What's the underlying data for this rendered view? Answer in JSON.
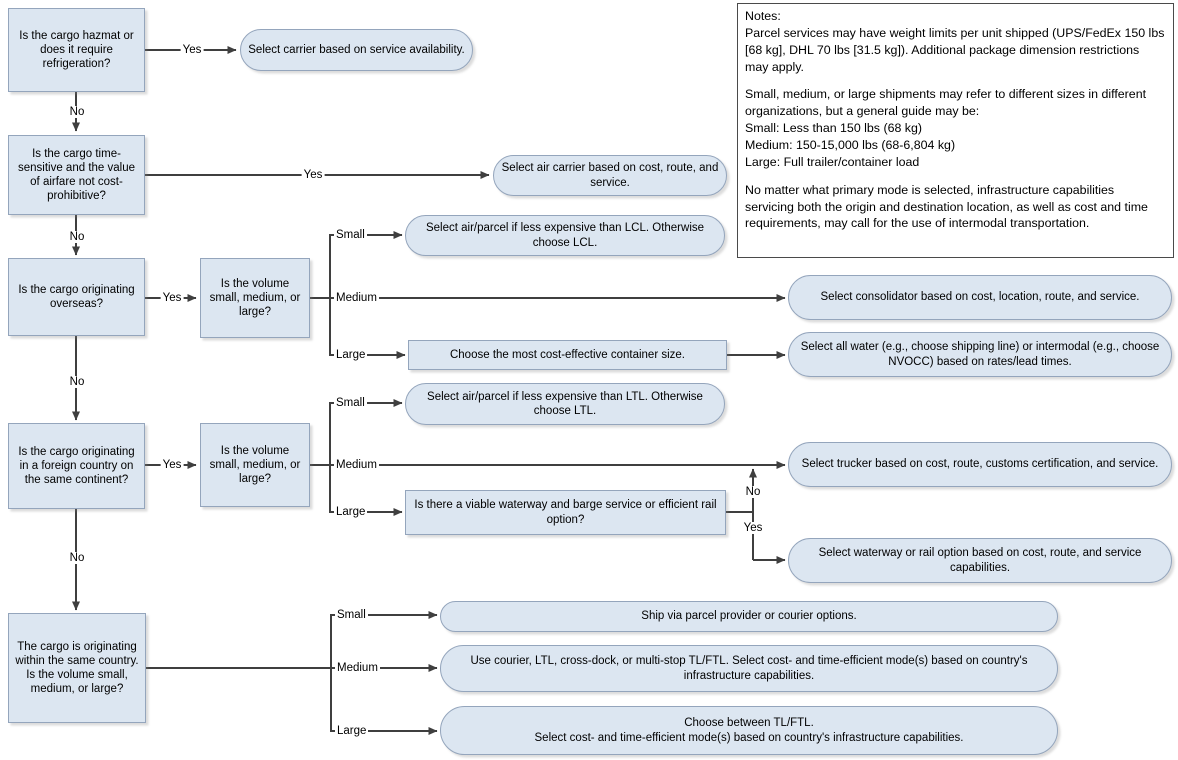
{
  "diagram_type": "flowchart",
  "labels": {
    "yes": "Yes",
    "no": "No",
    "small": "Small",
    "medium": "Medium",
    "large": "Large"
  },
  "nodes": {
    "q_hazmat": "Is the cargo hazmat or does it require refrigeration?",
    "t_service_availability": "Select carrier based on service availability.",
    "q_time_sensitive": "Is the cargo time-sensitive and the value of airfare not cost-prohibitive?",
    "t_air_carrier": "Select air carrier based on cost, route, and service.",
    "q_overseas": "Is the cargo originating overseas?",
    "q_volume_overseas": "Is the volume small, medium, or large?",
    "t_lcl": "Select air/parcel if less expensive than LCL. Otherwise choose LCL.",
    "t_consolidator": "Select consolidator based on cost, location, route, and service.",
    "p_container_size": "Choose the most cost-effective container size.",
    "t_all_water": "Select all water (e.g., choose shipping line) or intermodal (e.g., choose NVOCC) based on rates/lead times.",
    "q_foreign_continent": "Is the cargo originating in a foreign country on the same continent?",
    "q_volume_foreign": "Is the volume small, medium, or large?",
    "t_ltl": "Select air/parcel if less expensive than LTL. Otherwise choose LTL.",
    "t_trucker": "Select trucker based on cost, route, customs certification, and service.",
    "q_waterway": "Is there a viable waterway and barge service or efficient rail option?",
    "t_waterway_rail": "Select waterway or rail option based on cost, route, and service capabilities.",
    "q_domestic": "The cargo is originating within the same country. Is the volume small, medium, or large?",
    "t_parcel_courier": "Ship via parcel provider or courier options.",
    "t_multi_mode": "Use courier, LTL, cross-dock, or multi-stop TL/FTL. Select cost- and time-efficient mode(s) based on country's infrastructure capabilities.",
    "t_tl_ftl": "Choose between TL/FTL.\nSelect cost- and time-efficient mode(s) based on country's infrastructure capabilities."
  },
  "notes": {
    "title": "Notes:",
    "p1": "Parcel services may have weight limits per unit shipped (UPS/FedEx 150 lbs [68 kg], DHL 70 lbs [31.5 kg]). Additional package dimension restrictions may apply.",
    "p2": "Small, medium, or large shipments may refer to different sizes in different organizations, but a general guide may be:\nSmall: Less than 150 lbs (68 kg)\nMedium: 150-15,000 lbs (68-6,804 kg)\nLarge: Full trailer/container load",
    "p3": "No matter what primary mode is selected, infrastructure capabilities servicing both the origin and destination location, as well as cost and time requirements, may call for the use of intermodal transportation."
  },
  "colors": {
    "node_fill": "#dce6f1",
    "node_border": "#94a5bc",
    "connector": "#3f3f3f",
    "notes_border": "#4a4a4a"
  }
}
